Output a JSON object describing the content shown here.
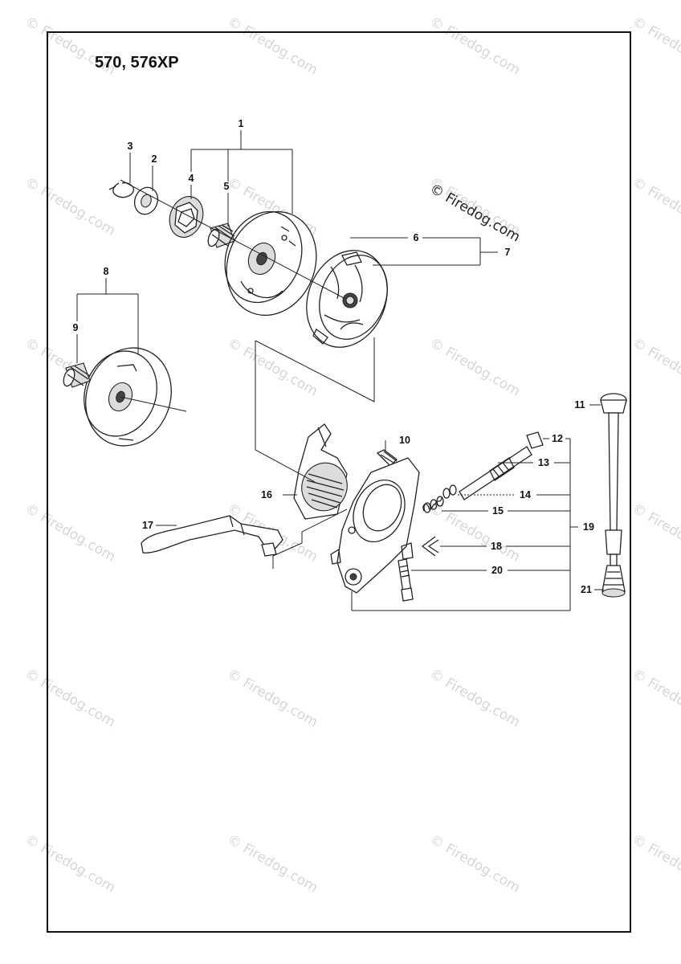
{
  "title": "570, 576XP",
  "copyright": "© Firedog.com",
  "watermark_text": "© Firedog.com",
  "callouts": [
    {
      "id": "1",
      "label": "1"
    },
    {
      "id": "2",
      "label": "2"
    },
    {
      "id": "3",
      "label": "3"
    },
    {
      "id": "4",
      "label": "4"
    },
    {
      "id": "5",
      "label": "5"
    },
    {
      "id": "6",
      "label": "6"
    },
    {
      "id": "7",
      "label": "7"
    },
    {
      "id": "8",
      "label": "8"
    },
    {
      "id": "9",
      "label": "9"
    },
    {
      "id": "10",
      "label": "10"
    },
    {
      "id": "11",
      "label": "11"
    },
    {
      "id": "12",
      "label": "12"
    },
    {
      "id": "13",
      "label": "13"
    },
    {
      "id": "14",
      "label": "14"
    },
    {
      "id": "15",
      "label": "15"
    },
    {
      "id": "16",
      "label": "16"
    },
    {
      "id": "17",
      "label": "17"
    },
    {
      "id": "18",
      "label": "18"
    },
    {
      "id": "19",
      "label": "19"
    },
    {
      "id": "20",
      "label": "20"
    },
    {
      "id": "21",
      "label": "21"
    }
  ],
  "colors": {
    "line": "#222222",
    "watermark": "#d6d6d6",
    "background": "#ffffff"
  }
}
